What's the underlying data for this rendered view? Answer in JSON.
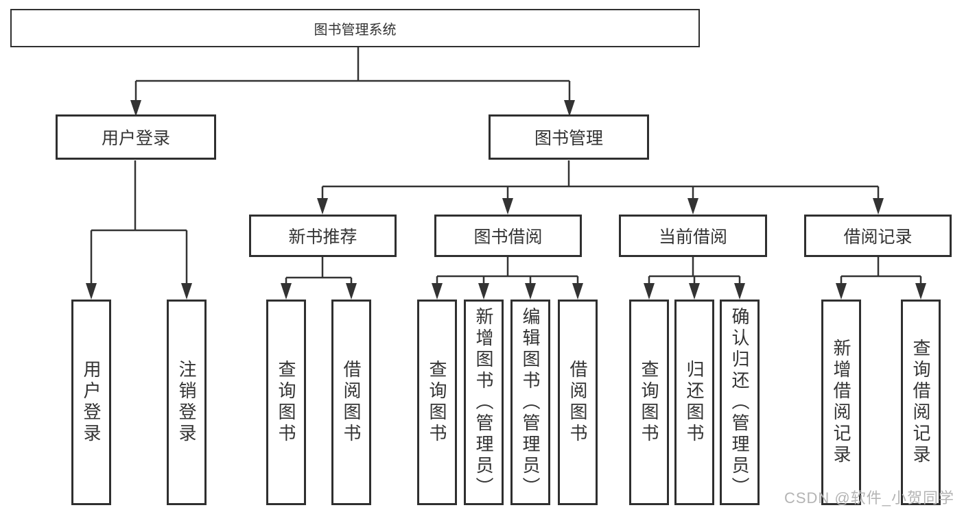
{
  "tree": {
    "label": "图书管理系统",
    "children": [
      {
        "label": "用户登录",
        "children": [
          {
            "label": "用户登录"
          },
          {
            "label": "注销登录"
          }
        ]
      },
      {
        "label": "图书管理",
        "children": [
          {
            "label": "新书推荐",
            "children": [
              {
                "label": "查询图书"
              },
              {
                "label": "借阅图书"
              }
            ]
          },
          {
            "label": "图书借阅",
            "children": [
              {
                "label": "查询图书"
              },
              {
                "label": "新增图书（管理员）"
              },
              {
                "label": "编辑图书（管理员）"
              },
              {
                "label": "借阅图书"
              }
            ]
          },
          {
            "label": "当前借阅",
            "children": [
              {
                "label": "查询图书"
              },
              {
                "label": "归还图书"
              },
              {
                "label": "确认归还（管理员）"
              }
            ]
          },
          {
            "label": "借阅记录",
            "children": [
              {
                "label": "新增借阅记录"
              },
              {
                "label": "查询借阅记录"
              }
            ]
          }
        ]
      }
    ]
  },
  "watermark": "CSDN @软件_小贺同学",
  "colors": {
    "line": "#333333",
    "border": "#2f2f2f",
    "text": "#333333",
    "watermark": "#b4b4b4",
    "background": "#ffffff"
  }
}
